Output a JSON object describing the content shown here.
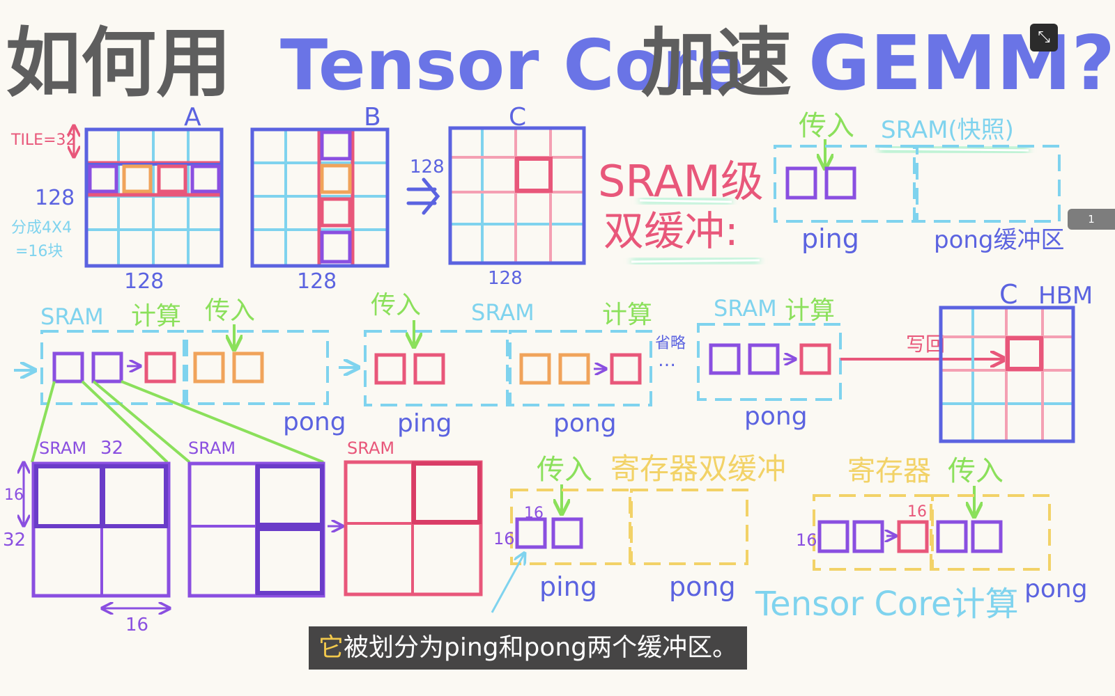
{
  "title": {
    "part1": "如何用",
    "part2": "Tensor Core",
    "part3": "加速",
    "part4": "GEMM?"
  },
  "top": {
    "label_a": "A",
    "label_b": "B",
    "label_c": "C",
    "tile_note": "TILE=32",
    "dim_128": "128",
    "split_line1": "分成4X4",
    "split_line2": "=16块",
    "arrow_128": "128"
  },
  "sram_double": {
    "heading_line1": "SRAM级",
    "heading_line2": "双缓冲:",
    "load": "传入",
    "snapshot": "SRAM(快照)",
    "ping": "ping",
    "pong_buffer": "pong缓冲区"
  },
  "pipeline": {
    "sram": "SRAM",
    "compute": "计算",
    "load": "传入",
    "ping": "ping",
    "pong": "pong",
    "omitted": "省略",
    "dots": "…",
    "write_back": "写回",
    "c_label": "C",
    "hbm_label": "HBM"
  },
  "bottom": {
    "sram": "SRAM",
    "dim_32": "32",
    "dim_16": "16",
    "register_double": "寄存器双缓冲",
    "register": "寄存器",
    "load": "传入",
    "ping": "ping",
    "pong": "pong",
    "tensor_core_compute": "Tensor Core计算"
  },
  "subtitle": {
    "first_char": "它",
    "rest": "被划分为ping和pong两个缓冲区。"
  },
  "controls": {
    "exit_icon": "⤡",
    "page_number": "1"
  },
  "colors": {
    "blue": "#5b63e0",
    "cyan": "#7fd3ee",
    "red": "#e8577a",
    "purple": "#8a4fe0",
    "orange": "#f0a35a",
    "green": "#8be05b",
    "yellow": "#f2d267",
    "gray": "#5e5e5e"
  }
}
